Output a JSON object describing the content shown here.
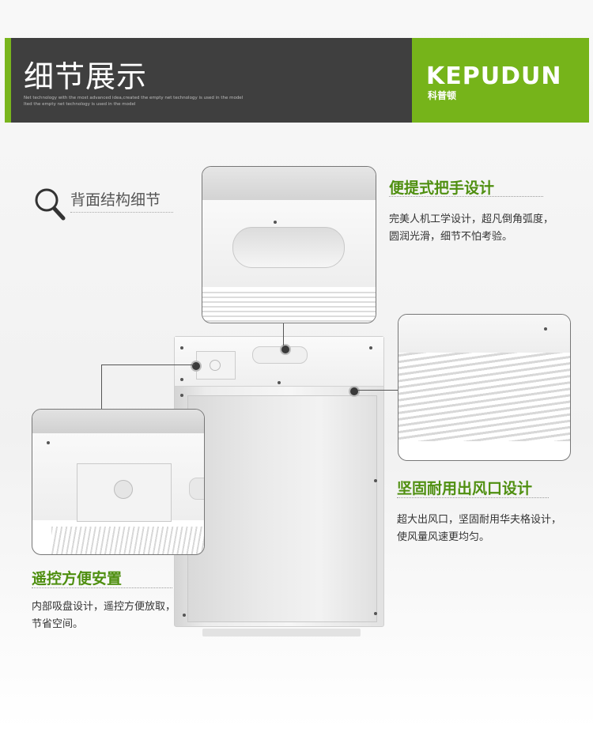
{
  "header": {
    "title": "细节展示",
    "subtitle_lines": [
      "Net technology with the most advanced idea,created the empty net technology is used in the model",
      "Ited the empty net technology is used in the model"
    ],
    "brand": "KEPUDUN",
    "brand_cn": "科普顿",
    "colors": {
      "dark": "#3f3f3f",
      "accent": "#76b41a"
    }
  },
  "rear_section": {
    "label": "背面结构细节",
    "icon": "search-icon"
  },
  "features": [
    {
      "title": "便提式把手设计",
      "text_lines": [
        "完美人机工学设计，超凡倒角弧度，",
        "圆润光滑，细节不怕考验。"
      ]
    },
    {
      "title": "坚固耐用出风口设计",
      "text_lines": [
        "超大出风口，坚固耐用华夫格设计，",
        "使风量风速更均匀。"
      ]
    },
    {
      "title": "遥控方便安置",
      "text_lines": [
        "内部吸盘设计，遥控方便放取，",
        "节省空间。"
      ]
    }
  ]
}
